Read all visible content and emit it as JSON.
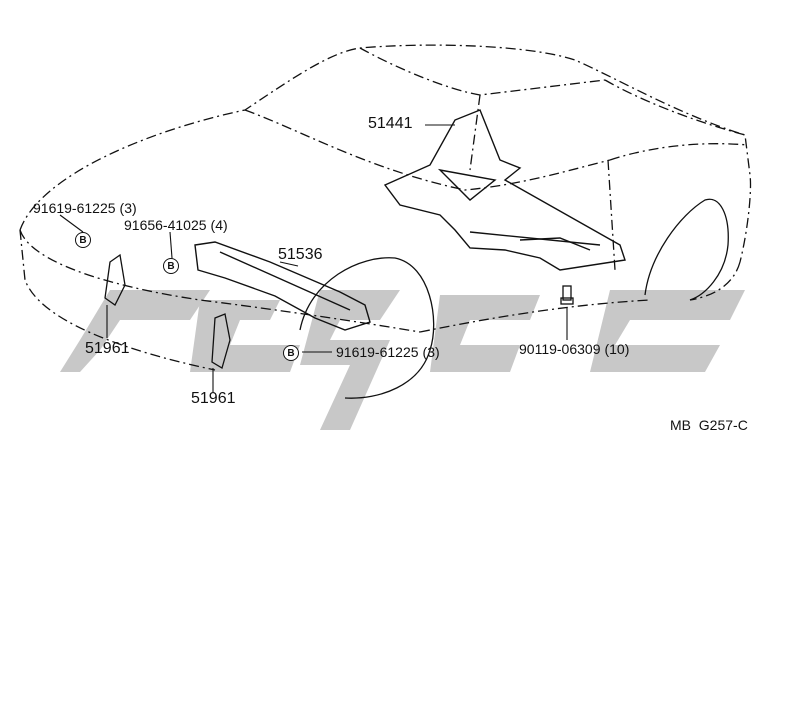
{
  "diagram": {
    "reference_code": "MB  G257-C",
    "watermark_color": "#c8c8c8",
    "line_color": "#111111",
    "parts": [
      {
        "id": "p51441",
        "number": "51441",
        "qty": ""
      },
      {
        "id": "p51536",
        "number": "51536",
        "qty": ""
      },
      {
        "id": "p51961a",
        "number": "51961",
        "qty": ""
      },
      {
        "id": "p51961b",
        "number": "51961",
        "qty": ""
      },
      {
        "id": "p91619a",
        "number": "91619-61225",
        "qty": "(3)"
      },
      {
        "id": "p91656",
        "number": "91656-41025",
        "qty": "(4)"
      },
      {
        "id": "p91619b",
        "number": "91619-61225",
        "qty": "(3)"
      },
      {
        "id": "p90119",
        "number": "90119-06309",
        "qty": "(10)"
      }
    ],
    "badges": [
      {
        "id": "b1",
        "letter": "B"
      },
      {
        "id": "b2",
        "letter": "B"
      },
      {
        "id": "b3",
        "letter": "B"
      }
    ]
  }
}
